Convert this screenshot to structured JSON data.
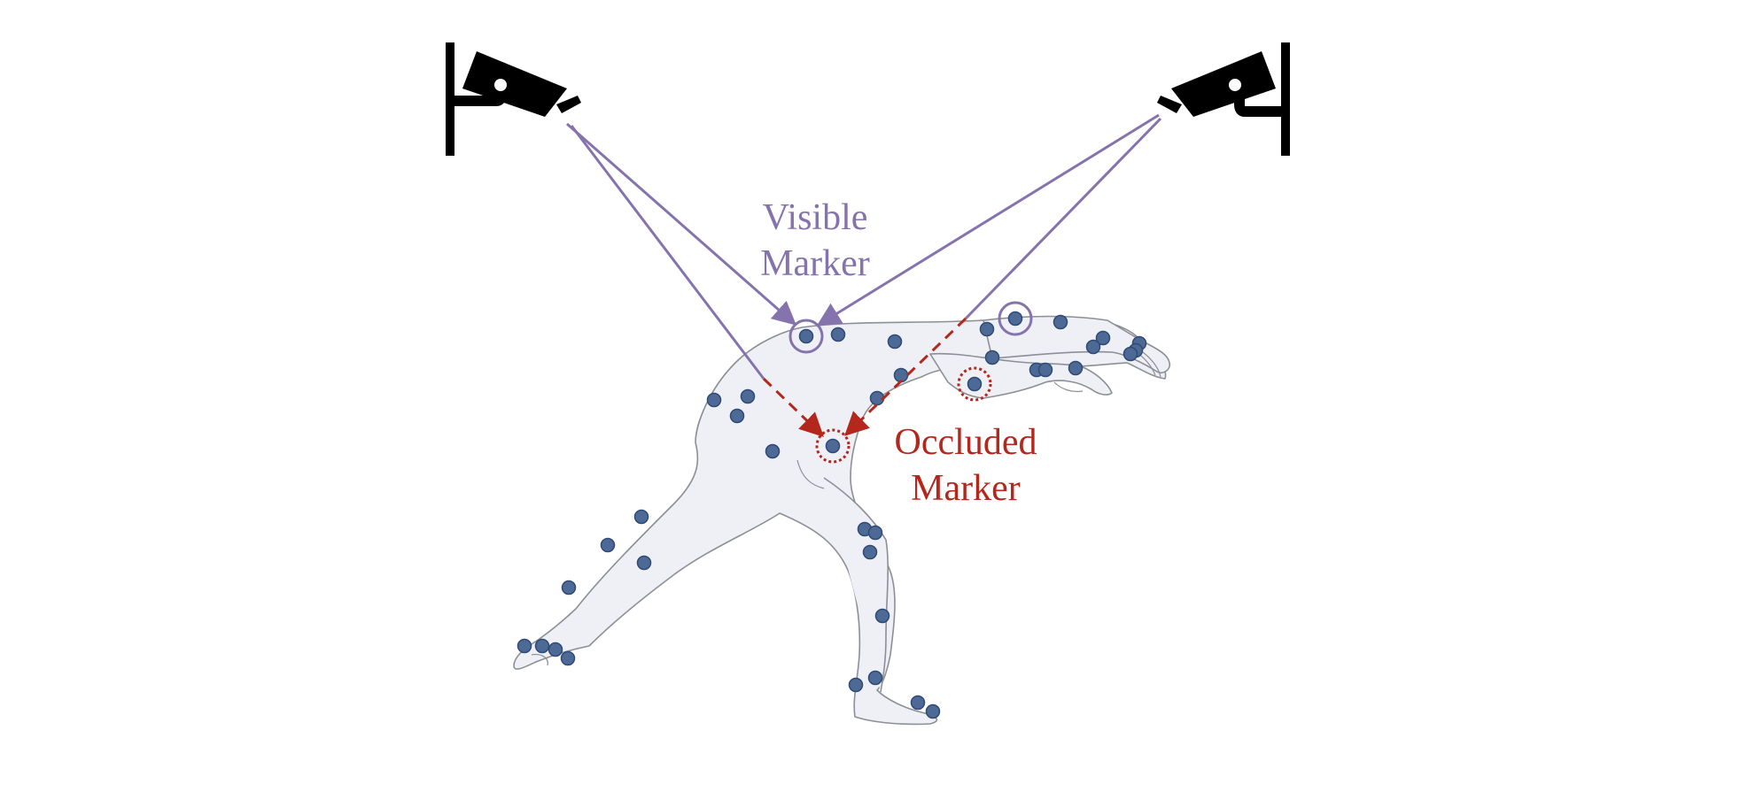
{
  "labels": {
    "visible": [
      "Visible",
      "Marker"
    ],
    "occluded": [
      "Occluded",
      "Marker"
    ]
  },
  "colors": {
    "visible": "#8573ad",
    "occluded": "#b3271d",
    "marker": "#4d6a97",
    "marker_edge": "#2f4a73",
    "body_fill": "#eef0f5",
    "body_stroke": "#8c8f96",
    "camera": "#000000"
  },
  "icons": {
    "camera_left": "security-camera-icon",
    "camera_right": "security-camera-icon"
  }
}
